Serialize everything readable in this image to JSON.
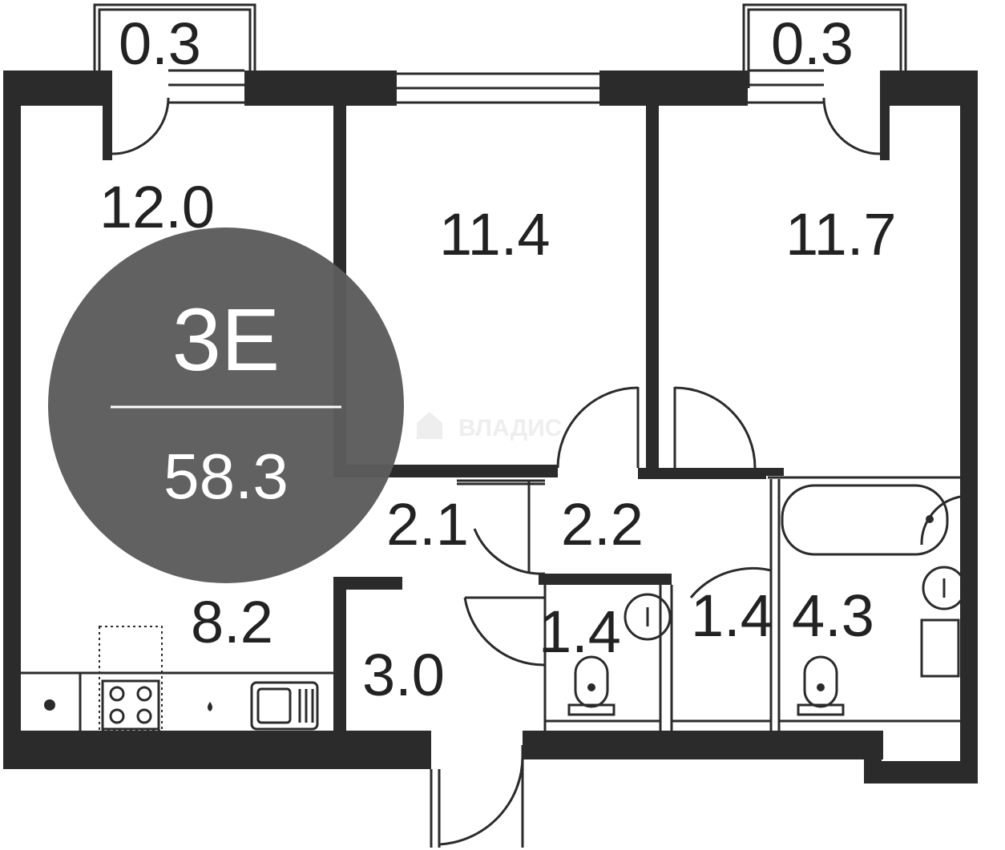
{
  "badge": {
    "type": "3Е",
    "total_area": "58.3",
    "color": "#5c5c5c"
  },
  "rooms": [
    {
      "id": "balcony-left",
      "area": "0.3"
    },
    {
      "id": "balcony-right",
      "area": "0.3"
    },
    {
      "id": "living-room",
      "area": "12.0"
    },
    {
      "id": "bedroom-middle",
      "area": "11.4"
    },
    {
      "id": "bedroom-right",
      "area": "11.7"
    },
    {
      "id": "hall-left",
      "area": "2.1"
    },
    {
      "id": "hall-center",
      "area": "2.2"
    },
    {
      "id": "kitchen",
      "area": "8.2"
    },
    {
      "id": "entrance",
      "area": "3.0"
    },
    {
      "id": "wc-1",
      "area": "1.4"
    },
    {
      "id": "wc-2",
      "area": "1.4"
    },
    {
      "id": "bathroom",
      "area": "4.3"
    }
  ],
  "watermark": "ВЛАДИС",
  "colors": {
    "wall": "#2b2b2b",
    "badge": "#5c5c5c"
  }
}
